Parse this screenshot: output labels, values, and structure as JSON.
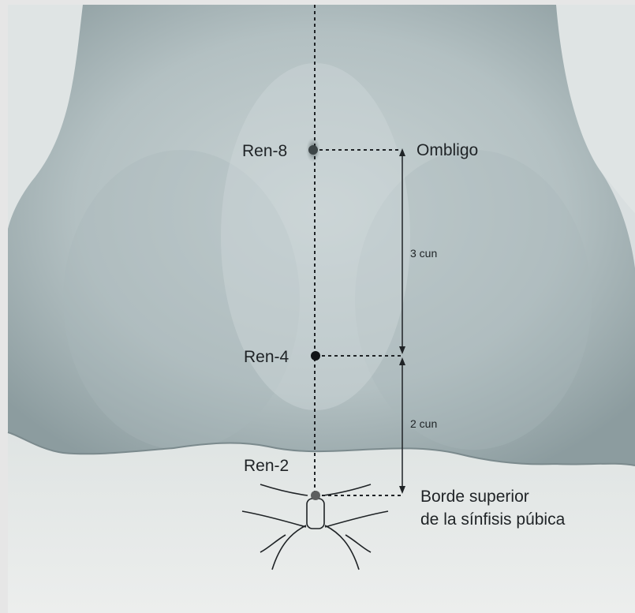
{
  "labels": {
    "ren8": "Ren-8",
    "ren4": "Ren-4",
    "ren2": "Ren-2",
    "ombligo": "Ombligo",
    "cun3": "3 cun",
    "cun2": "2 cun",
    "borde_line1": "Borde superior",
    "borde_line2": "de la sínfisis púbica"
  },
  "colors": {
    "frame": "#e6e6e6",
    "skin_light": "#c7d1d2",
    "skin_dark": "#93a2a5",
    "cloth": "#e4e8e7",
    "ink": "#1f2326"
  },
  "measurements": {
    "navel_to_ren4_cun": 3,
    "ren4_to_symphysis_cun": 2
  }
}
